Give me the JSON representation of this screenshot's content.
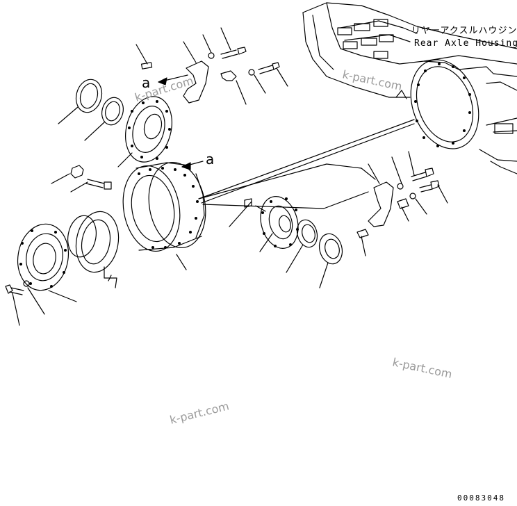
{
  "title_japanese": "リヤーアクスルハウジング",
  "title_english": "Rear Axle Housing",
  "callout_upper": "a",
  "callout_lower": "a",
  "watermark_text": "k-part.com",
  "figure_number": "00083048",
  "colors": {
    "line": "#000000",
    "watermark": "#9a9a9a",
    "background": "#ffffff"
  }
}
